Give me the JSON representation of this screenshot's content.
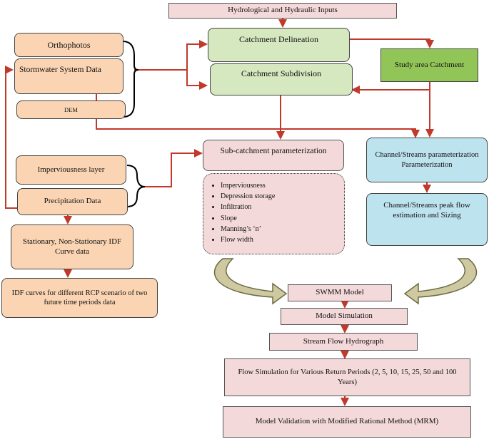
{
  "inputs": {
    "hydro": "Hydrological and Hydraulic Inputs",
    "orthophotos": "Orthophotos",
    "stormwater": "Stormwater System Data",
    "dem": "DEM",
    "imperviousness_layer": "Imperviousness layer",
    "precipitation": "Precipitation Data",
    "idf_data": "Stationary, Non-Stationary IDF Curve data",
    "idf_rcp": "IDF curves for different RCP scenario of two future time periods data"
  },
  "catchment": {
    "delineation": "Catchment Delineation",
    "subdivision": "Catchment Subdivision",
    "study_area": "Study area Catchment"
  },
  "subcatchment": {
    "title": "Sub-catchment parameterization",
    "parameters": [
      "Imperviousness",
      "Depression storage",
      "Infiltration",
      "Slope",
      "Manning’s ‘n’",
      "Flow width"
    ]
  },
  "channel": {
    "param": "Channel/Streams parameterization Parameterization",
    "peak": "Channel/Streams peak flow estimation and Sizing"
  },
  "model": {
    "swmm": "SWMM Model",
    "simulation": "Model Simulation",
    "hydrograph": "Stream Flow Hydrograph",
    "return_periods": "Flow Simulation for Various Return Periods (2, 5, 10, 15, 25, 50 and 100 Years)",
    "validation": "Model Validation with Modified Rational Method (MRM)"
  },
  "colors": {
    "arrow": "#c0392b",
    "brace": "#000000",
    "curved_arrow_fill": "#cfc9a1",
    "curved_arrow_stroke": "#6b6a45"
  }
}
